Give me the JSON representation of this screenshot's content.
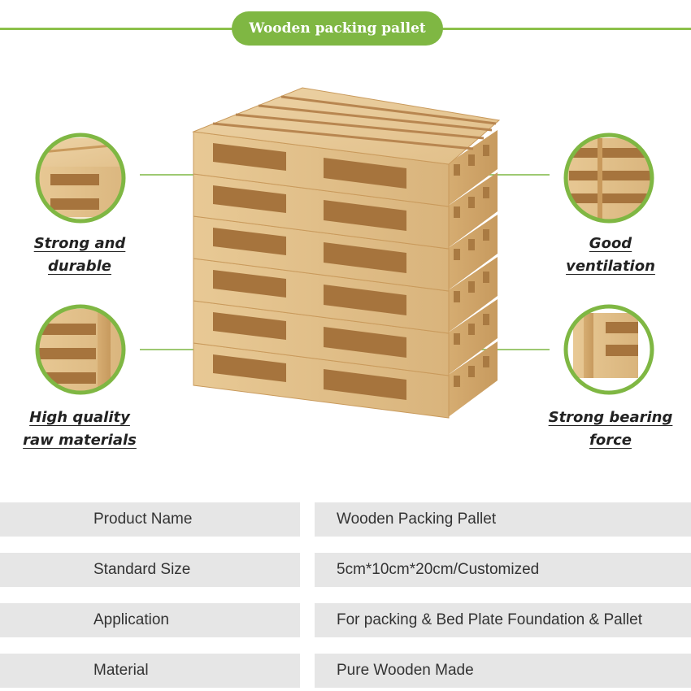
{
  "header": {
    "title": "Wooden packing pallet"
  },
  "features": [
    {
      "label_line1": "Strong and",
      "label_line2": "durable"
    },
    {
      "label_line1": "Good",
      "label_line2": "ventilation"
    },
    {
      "label_line1": "High quality",
      "label_line2": "raw materials"
    },
    {
      "label_line1": "Strong bearing",
      "label_line2": "force"
    }
  ],
  "specs": [
    {
      "key": "Product Name",
      "value": "Wooden Packing Pallet"
    },
    {
      "key": "Standard Size",
      "value": "5cm*10cm*20cm/Customized"
    },
    {
      "key": "Application",
      "value": "For packing & Bed Plate Foundation & Pallet"
    },
    {
      "key": "Material",
      "value": "Pure Wooden Made"
    }
  ],
  "colors": {
    "accent": "#7fb743",
    "wood": "#e3c08a",
    "wood_dark": "#c99a5c",
    "spec_bg": "#e6e6e6"
  }
}
